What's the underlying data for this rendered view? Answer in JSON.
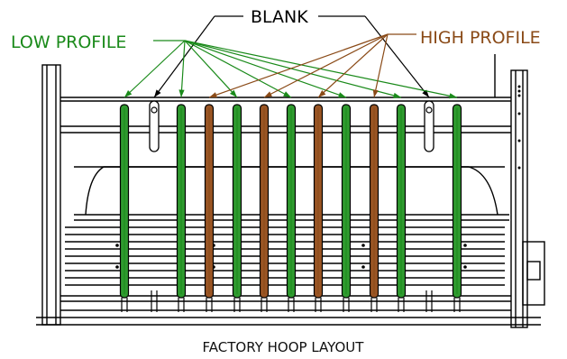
{
  "labels": {
    "blank": "BLANK",
    "low_profile": "LOW PROFILE",
    "high_profile": "HIGH PROFILE",
    "caption": "FACTORY HOOP LAYOUT"
  },
  "colors": {
    "low_profile": "#1a8a1a",
    "low_profile_fill": "#2f9a2f",
    "high_profile": "#8a4a17",
    "high_profile_fill": "#9a5524",
    "blank": "#000000",
    "line": "#000000"
  },
  "hoops": [
    {
      "position": 1,
      "type": "low"
    },
    {
      "position": 2,
      "type": "blank"
    },
    {
      "position": 3,
      "type": "low"
    },
    {
      "position": 4,
      "type": "high"
    },
    {
      "position": 5,
      "type": "low"
    },
    {
      "position": 6,
      "type": "high"
    },
    {
      "position": 7,
      "type": "low"
    },
    {
      "position": 8,
      "type": "high"
    },
    {
      "position": 9,
      "type": "low"
    },
    {
      "position": 10,
      "type": "high"
    },
    {
      "position": 11,
      "type": "low"
    },
    {
      "position": 12,
      "type": "blank"
    },
    {
      "position": 13,
      "type": "low"
    }
  ]
}
